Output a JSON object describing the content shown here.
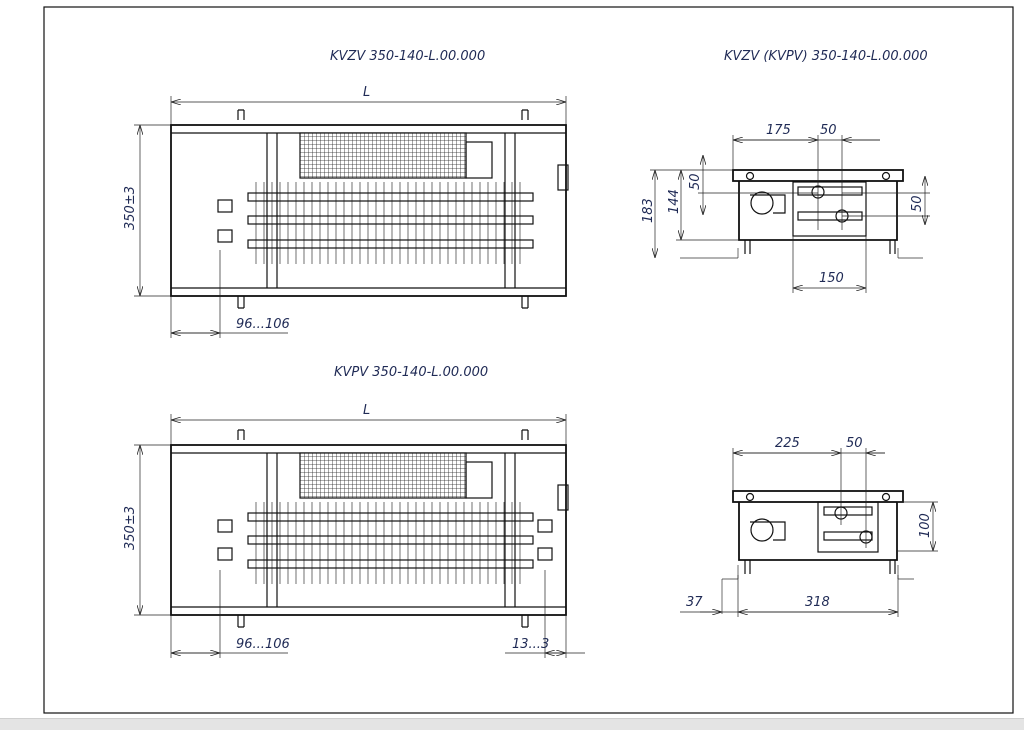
{
  "views": {
    "top_plan": {
      "title": "KVZV 350-140-L.00.000",
      "length": "L",
      "height": "350±3",
      "offset": "96...106"
    },
    "top_side": {
      "title": "KVZV (KVPV) 350-140-L.00.000",
      "d175": "175",
      "d50a": "50",
      "d50b": "50",
      "d183": "183",
      "d144": "144",
      "d50c": "50",
      "d150": "150"
    },
    "bottom_plan": {
      "title": "KVPV 350-140-L.00.000",
      "length": "L",
      "height": "350±3",
      "offset": "96...106",
      "offset_right": "13...3"
    },
    "bottom_side": {
      "d225": "225",
      "d50": "50",
      "d100": "100",
      "d37": "37",
      "d318": "318"
    }
  }
}
